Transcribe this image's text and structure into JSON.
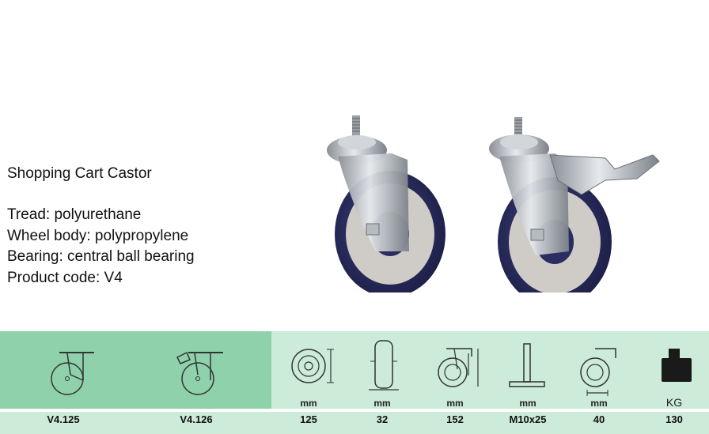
{
  "product": {
    "title": "Shopping Cart Castor",
    "specs": [
      "Tread: polyurethane",
      "Wheel body: polypropylene",
      "Bearing: central ball bearing",
      "Product code: V4"
    ]
  },
  "table": {
    "codes": [
      "V4.125",
      "V4.126"
    ],
    "columns": [
      {
        "icon": "wheel-diameter-icon",
        "unit": "mm",
        "value": "125"
      },
      {
        "icon": "wheel-width-icon",
        "unit": "mm",
        "value": "32"
      },
      {
        "icon": "overall-height-icon",
        "unit": "mm",
        "value": "152"
      },
      {
        "icon": "thread-stem-icon",
        "unit": "mm",
        "value": "M10x25"
      },
      {
        "icon": "offset-icon",
        "unit": "mm",
        "value": "40"
      },
      {
        "icon": "load-capacity-icon",
        "unit": "KG",
        "value": "130"
      }
    ]
  },
  "colors": {
    "header_left": "#8fd1ab",
    "header_right": "#ccebd8",
    "wheel_tread": "#2c2f5e",
    "wheel_hub": "#c9c6c3"
  }
}
